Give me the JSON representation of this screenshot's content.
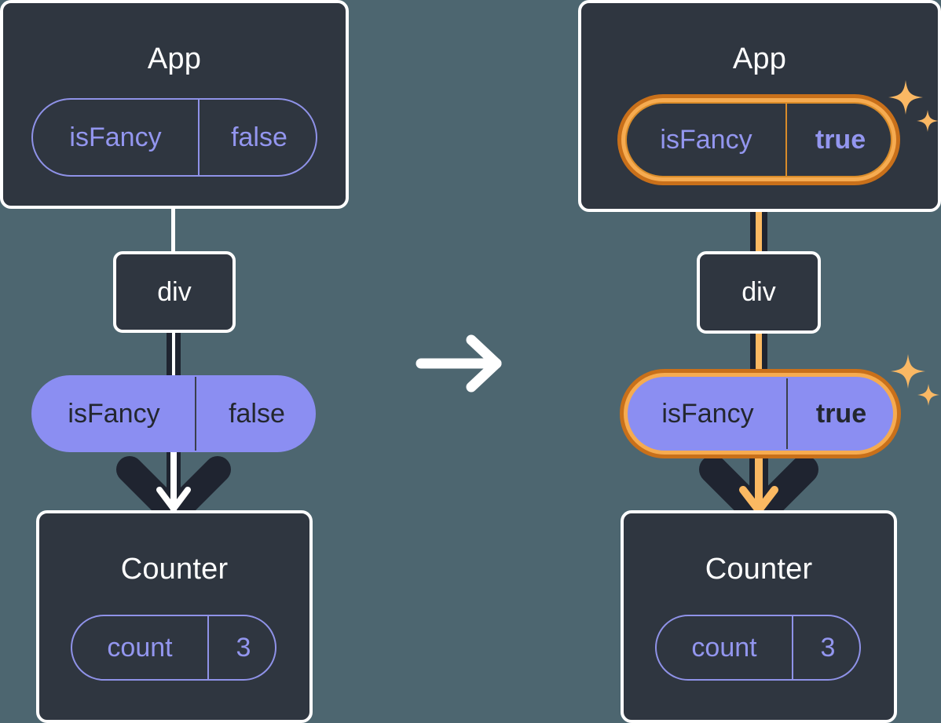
{
  "diagram": {
    "title": "react-state-propagation-before-after",
    "background_color": "#4d6670",
    "transition_icon": "arrow-right-icon",
    "panels": [
      {
        "id": "before",
        "app": {
          "title": "App",
          "state_pill": {
            "key": "isFancy",
            "value": "false",
            "style": "outline",
            "highlighted": false
          }
        },
        "div": {
          "label": "div"
        },
        "prop_pill": {
          "key": "isFancy",
          "value": "false",
          "style": "solid",
          "highlighted": false
        },
        "counter": {
          "title": "Counter",
          "state_pill": {
            "key": "count",
            "value": "3",
            "style": "outline",
            "highlighted": false
          }
        },
        "connector_color": "#ffffff",
        "sparkles": false
      },
      {
        "id": "after",
        "app": {
          "title": "App",
          "state_pill": {
            "key": "isFancy",
            "value": "true",
            "style": "outline",
            "highlighted": true
          }
        },
        "div": {
          "label": "div"
        },
        "prop_pill": {
          "key": "isFancy",
          "value": "true",
          "style": "solid",
          "highlighted": true
        },
        "counter": {
          "title": "Counter",
          "state_pill": {
            "key": "count",
            "value": "3",
            "style": "outline",
            "highlighted": false
          }
        },
        "connector_color": "#fbb962",
        "sparkles": true
      }
    ],
    "colors": {
      "background": "#4d6670",
      "box_fill": "#2f3640",
      "box_border": "#ffffff",
      "pill_purple_fill": "#8b8ef2",
      "pill_purple_text": "#23272f",
      "pill_outline_purple": "#8f92e8",
      "highlight_outer_orange": "#c9701a",
      "highlight_inner_orange": "#f6ab50",
      "connector_dark": "#1f2430",
      "connector_orange": "#fbb962",
      "sparkle_orange": "#fab864",
      "text_white": "#ffffff"
    }
  }
}
